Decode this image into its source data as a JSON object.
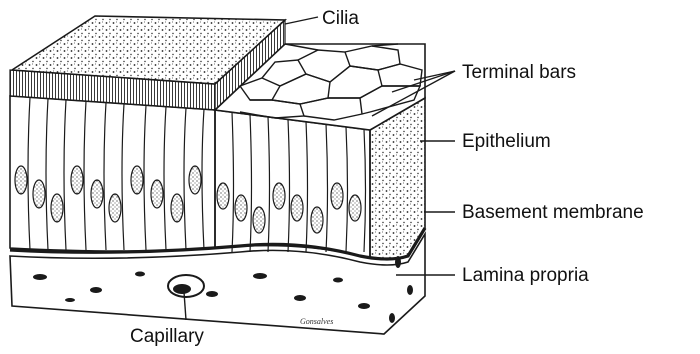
{
  "labels": {
    "cilia": "Cilia",
    "terminal_bars": "Terminal bars",
    "epithelium": "Epithelium",
    "basement_membrane": "Basement membrane",
    "lamina_propria": "Lamina propria",
    "capillary": "Capillary"
  },
  "signature": "Gonsalves",
  "colors": {
    "ink": "#1a1a1a",
    "paper": "#ffffff"
  }
}
